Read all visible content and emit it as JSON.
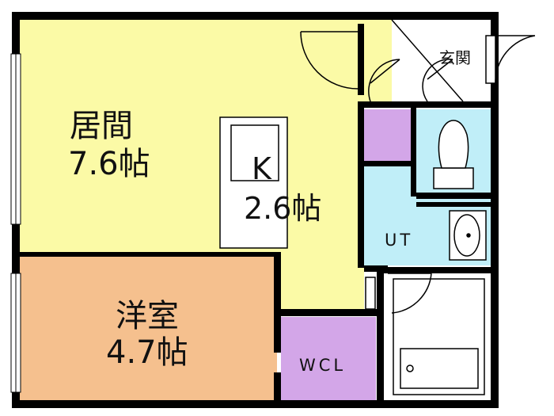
{
  "rooms": {
    "living": {
      "name": "居間",
      "size": "7.6帖"
    },
    "kitchen": {
      "name": "K",
      "size": "2.6帖"
    },
    "western": {
      "name": "洋室",
      "size": "4.7帖"
    },
    "entrance": {
      "name": "玄関"
    },
    "utility": {
      "name": "UT"
    },
    "toilet": {
      "name": "WCL"
    }
  },
  "colors": {
    "living": "#fbfaa6",
    "western": "#f5c08e",
    "utility": "#c0eef8",
    "closet": "#d3a6e8",
    "wall": "#000000",
    "window": "#ffffff"
  }
}
